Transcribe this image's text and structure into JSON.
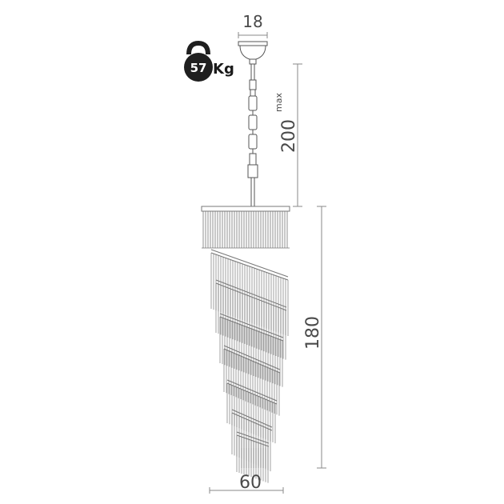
{
  "dimensions": {
    "top_width": "18",
    "drop": "200",
    "drop_suffix": "max",
    "body_height": "180",
    "diameter": "60"
  },
  "weight": {
    "value": "57",
    "unit": "Kg",
    "icon": "kettlebell-icon"
  },
  "colors": {
    "line": "#555555",
    "dim_line": "#8a8a8a",
    "crystal": "#777777",
    "weight_icon": "#1f1f1f"
  }
}
